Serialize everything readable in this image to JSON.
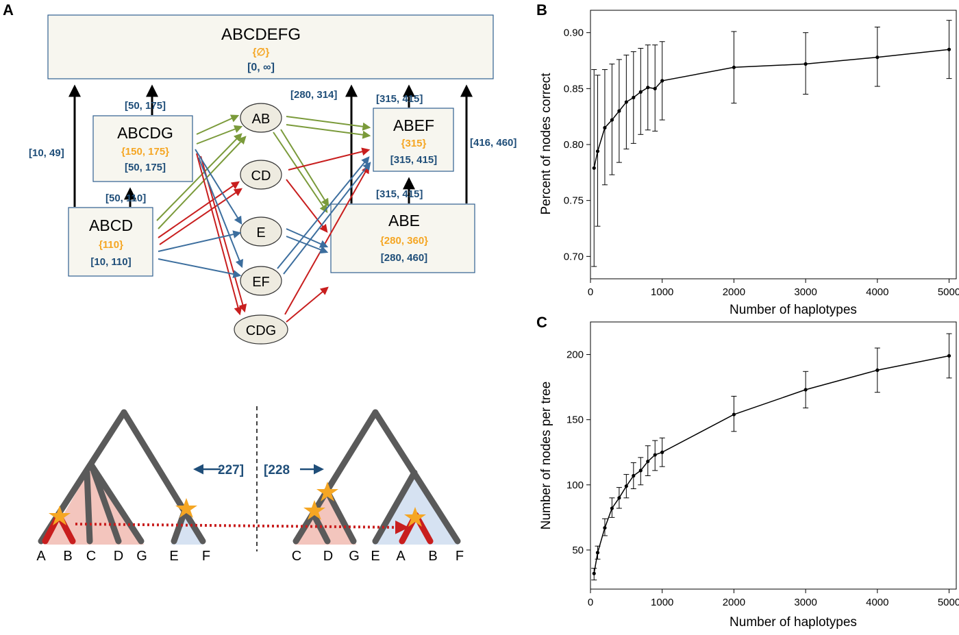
{
  "panel_a": {
    "label": "A",
    "nodes": {
      "root": {
        "name": "ABCDEFG",
        "set": "{∅}",
        "interval": "[0, ∞]"
      },
      "abcdg": {
        "name": "ABCDG",
        "set": "{150, 175}",
        "interval": "[50, 175]"
      },
      "abcd": {
        "name": "ABCD",
        "set": "{110}",
        "interval": "[10, 110]"
      },
      "abef": {
        "name": "ABEF",
        "set": "{315}",
        "interval": "[315, 415]"
      },
      "abe": {
        "name": "ABE",
        "set": "{280, 360}",
        "interval": "[280, 460]"
      },
      "ab": {
        "name": "AB"
      },
      "cd": {
        "name": "CD"
      },
      "e": {
        "name": "E"
      },
      "ef": {
        "name": "EF"
      },
      "cdg": {
        "name": "CDG"
      }
    },
    "edge_labels": {
      "abcd_root": "[10, 49]",
      "abcdg_root": "[50, 175]",
      "abcd_abcdg": "[50, 110]",
      "abe_root": "[280, 314]",
      "abef_root": "[315, 415]",
      "abe_abef": "[315, 415]",
      "abe_root_right": "[416, 460]"
    },
    "breakpoint": {
      "left": "227]",
      "right": "[228"
    },
    "tree_left_leaves": [
      "A",
      "B",
      "C",
      "D",
      "G",
      "E",
      "F"
    ],
    "tree_right_leaves": [
      "C",
      "D",
      "G",
      "E",
      "A",
      "B",
      "F"
    ],
    "colors": {
      "green": "#7a9a3a",
      "red": "#c81e1e",
      "blue": "#3c6e9e",
      "orange": "#f5a623",
      "navy": "#1f4e79"
    }
  },
  "panel_b": {
    "label": "B",
    "chart_data": {
      "type": "line",
      "title": "",
      "xlabel": "Number of haplotypes",
      "ylabel": "Percent of nodes correct",
      "xlim": [
        0,
        5100
      ],
      "ylim": [
        0.68,
        0.92
      ],
      "xticks": [
        0,
        1000,
        2000,
        3000,
        4000,
        5000
      ],
      "yticks": [
        0.7,
        0.75,
        0.8,
        0.85,
        0.9
      ],
      "x": [
        50,
        100,
        200,
        300,
        400,
        500,
        600,
        700,
        800,
        900,
        1000,
        2000,
        3000,
        4000,
        5000
      ],
      "y": [
        0.779,
        0.794,
        0.815,
        0.822,
        0.83,
        0.838,
        0.842,
        0.847,
        0.851,
        0.85,
        0.857,
        0.869,
        0.872,
        0.878,
        0.885
      ],
      "yerr_low": [
        0.691,
        0.727,
        0.764,
        0.773,
        0.784,
        0.796,
        0.801,
        0.809,
        0.813,
        0.812,
        0.822,
        0.837,
        0.845,
        0.852,
        0.859
      ],
      "yerr_high": [
        0.867,
        0.862,
        0.867,
        0.872,
        0.876,
        0.88,
        0.883,
        0.886,
        0.889,
        0.889,
        0.892,
        0.901,
        0.9,
        0.905,
        0.911
      ]
    }
  },
  "panel_c": {
    "label": "C",
    "chart_data": {
      "type": "line",
      "title": "",
      "xlabel": "Number of haplotypes",
      "ylabel": "Number of nodes per tree",
      "xlim": [
        0,
        5100
      ],
      "ylim": [
        20,
        225
      ],
      "xticks": [
        0,
        1000,
        2000,
        3000,
        4000,
        5000
      ],
      "yticks": [
        50,
        100,
        150,
        200
      ],
      "x": [
        50,
        100,
        200,
        300,
        400,
        500,
        600,
        700,
        800,
        900,
        1000,
        2000,
        3000,
        4000,
        5000
      ],
      "y": [
        32,
        48,
        67,
        82,
        90,
        99,
        107,
        111,
        118,
        123,
        125,
        154,
        173,
        188,
        199
      ],
      "yerr_low": [
        27,
        43,
        61,
        75,
        82,
        90,
        97,
        100,
        107,
        111,
        114,
        141,
        159,
        171,
        182
      ],
      "yerr_high": [
        36,
        53,
        74,
        90,
        98,
        108,
        117,
        121,
        130,
        134,
        136,
        168,
        187,
        205,
        216
      ]
    }
  }
}
